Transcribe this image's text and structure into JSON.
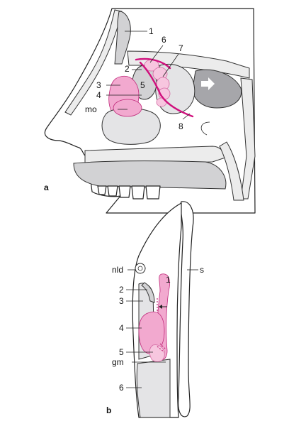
{
  "panel_a": {
    "letter": "a",
    "labels": [
      "1",
      "2",
      "3",
      "4",
      "5",
      "6",
      "7",
      "8",
      "mo"
    ]
  },
  "panel_b": {
    "letter": "b",
    "labels": [
      "nld",
      "s",
      "1",
      "2",
      "3",
      "4",
      "5",
      "gm",
      "6"
    ]
  },
  "colors": {
    "mucosa_pink": "#f2a9cf",
    "magenta_line": "#d0107d",
    "tissue_gray": "#d2d2d4"
  }
}
